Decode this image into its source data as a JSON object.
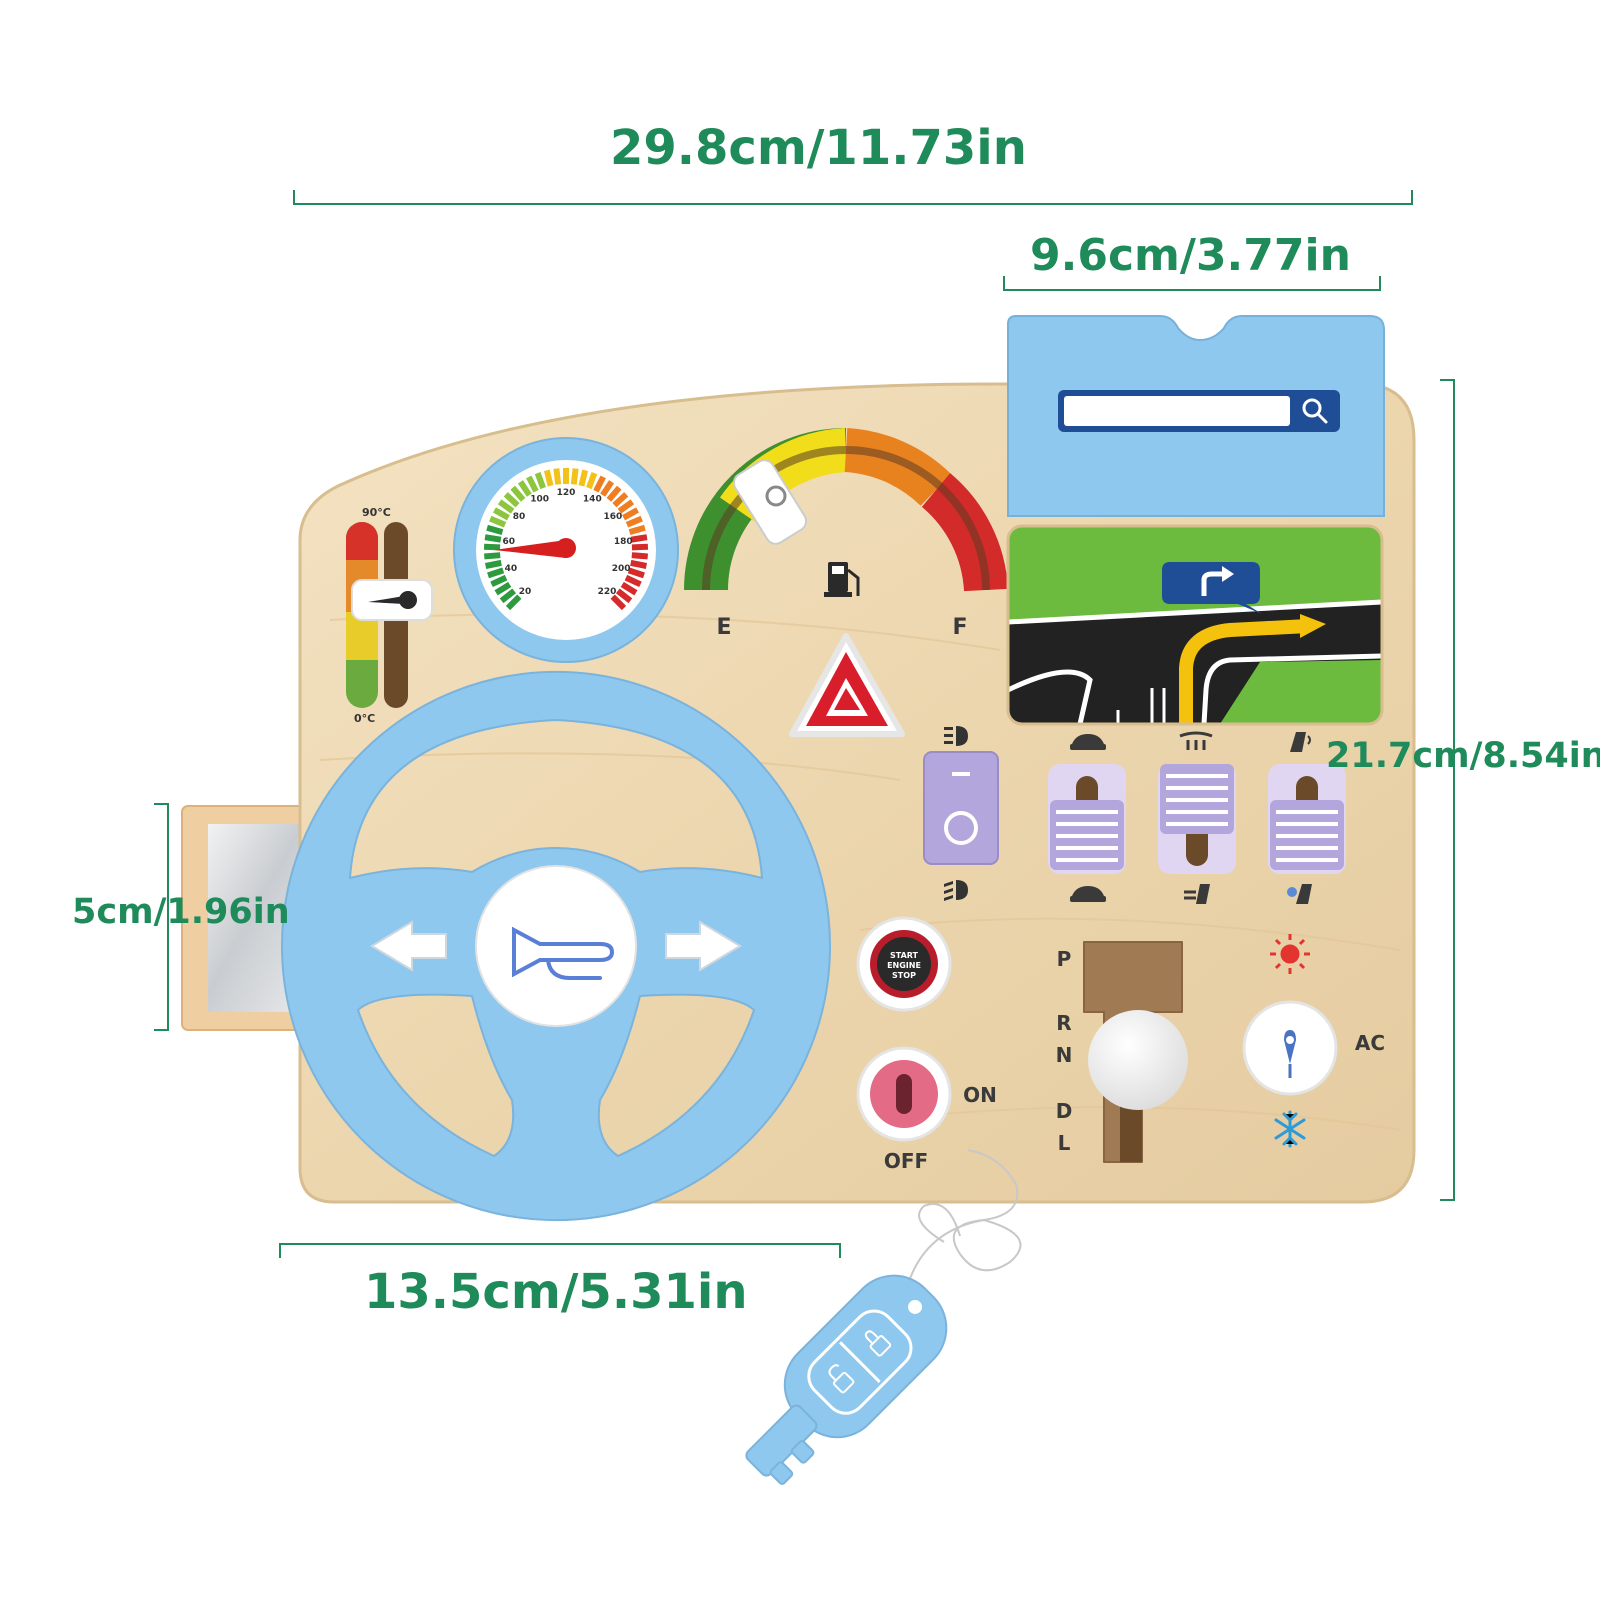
{
  "dimensions": {
    "total_width": "29.8cm/11.73in",
    "screen_width": "9.6cm/3.77in",
    "total_height": "21.7cm/8.54in",
    "mirror_height": "5cm/1.96in",
    "wheel_width": "13.5cm/5.31in"
  },
  "thermometer": {
    "top_label": "90°C",
    "bottom_label": "0°C"
  },
  "speedometer": {
    "ticks": [
      "20",
      "40",
      "60",
      "80",
      "100",
      "120",
      "140",
      "160",
      "180",
      "200",
      "220"
    ]
  },
  "fuel_gauge": {
    "empty_label": "E",
    "full_label": "F"
  },
  "engine_button": {
    "line1": "START",
    "line2": "ENGINE",
    "line3": "STOP"
  },
  "power_switch": {
    "on_label": "ON",
    "off_label": "OFF"
  },
  "gear_selector": {
    "gears": [
      "P",
      "R",
      "N",
      "D",
      "L"
    ]
  },
  "ac_knob": {
    "label": "AC"
  },
  "colors": {
    "accent_blue": "#8fc8ee",
    "wood": "#eed9b4",
    "dimension_green": "#1f8a5a",
    "lavender": "#b3a6dc"
  }
}
